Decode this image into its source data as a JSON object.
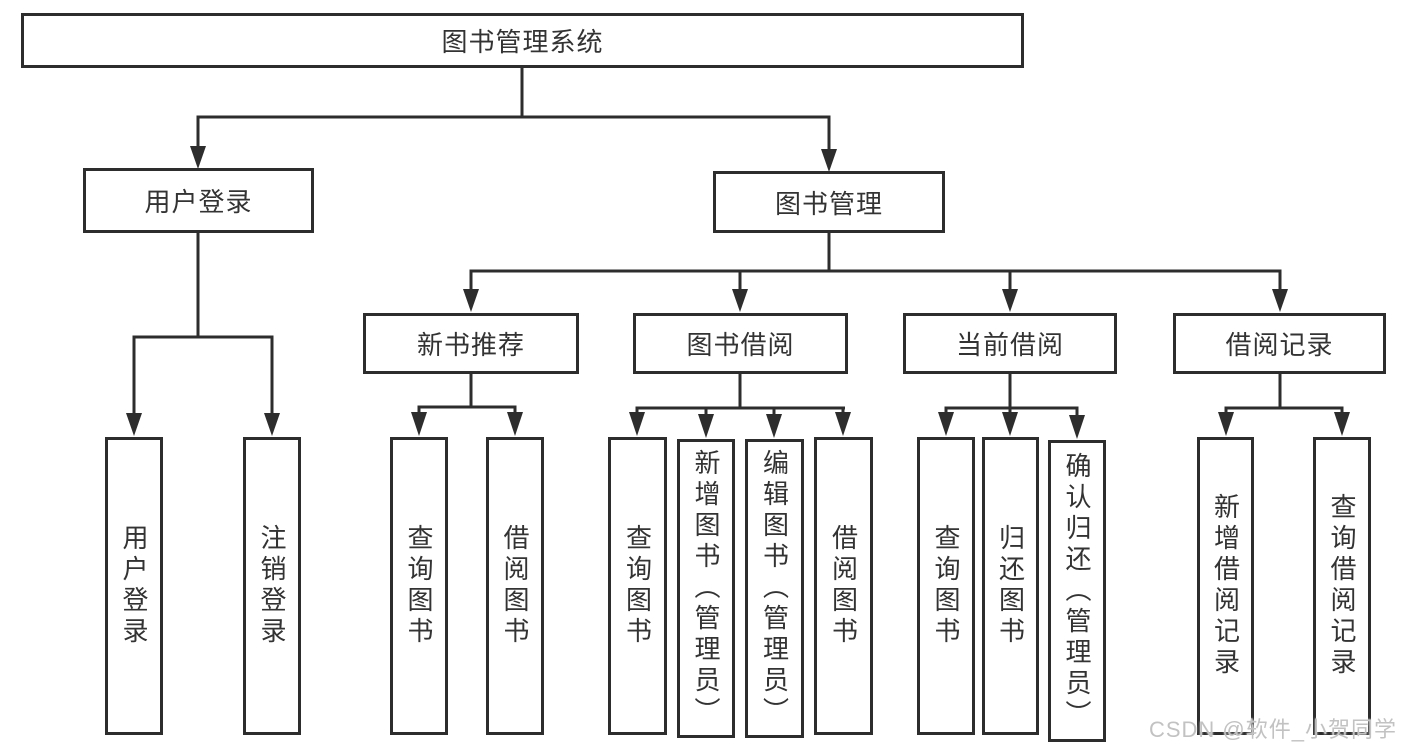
{
  "diagram": {
    "title": "图书管理系统",
    "branches": [
      {
        "label": "用户登录",
        "leaves": [
          "用户登录",
          "注销登录"
        ]
      },
      {
        "label": "图书管理",
        "groups": [
          {
            "label": "新书推荐",
            "leaves": [
              "查询图书",
              "借阅图书"
            ]
          },
          {
            "label": "图书借阅",
            "leaves": [
              "查询图书",
              "新增图书（管理员）",
              "编辑图书（管理员）",
              "借阅图书"
            ]
          },
          {
            "label": "当前借阅",
            "leaves": [
              "查询图书",
              "归还图书",
              "确认归还（管理员）"
            ]
          },
          {
            "label": "借阅记录",
            "leaves": [
              "新增借阅记录",
              "查询借阅记录"
            ]
          }
        ]
      }
    ]
  },
  "watermark": {
    "text": "CSDN @软件_小贺同学"
  },
  "colors": {
    "line": "#2d2d2d",
    "text": "#333333",
    "watermark": "#c2c2c2",
    "background": "#ffffff"
  }
}
